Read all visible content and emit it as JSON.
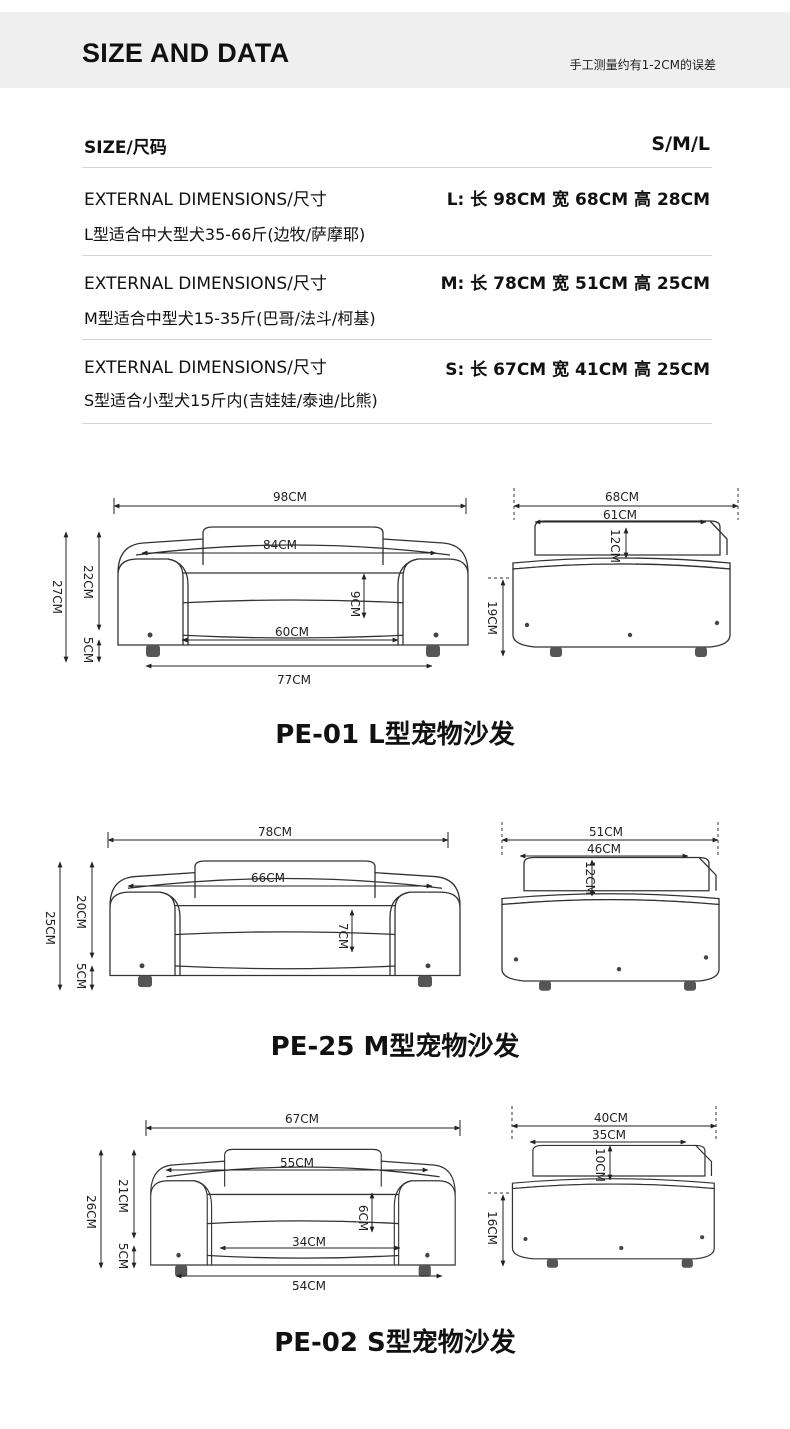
{
  "header": {
    "title": "SIZE AND DATA",
    "note": "手工测量约有1-2CM的误差"
  },
  "table": {
    "size_label": "SIZE/尺码",
    "size_value": "S/M/L",
    "rows": [
      {
        "label": "EXTERNAL DIMENSIONS/尺寸",
        "dims": "L:  长 98CM 宽 68CM 高 28CM",
        "note": "L型适合中大型犬35-66斤(边牧/萨摩耶)"
      },
      {
        "label": "EXTERNAL DIMENSIONS/尺寸",
        "dims": "M:  长 78CM 宽 51CM 高 25CM",
        "note": "M型适合中型犬15-35斤(巴哥/法斗/柯基)"
      },
      {
        "label": "EXTERNAL DIMENSIONS/尺寸",
        "dims": "S:  长 67CM 宽 41CM 高 25CM",
        "note": "S型适合小型犬15斤内(吉娃娃/泰迪/比熊)"
      }
    ]
  },
  "models": [
    {
      "title": "PE-01 L型宠物沙发",
      "front": {
        "total_width": "98CM",
        "inner_width": "84CM",
        "total_height": "27CM",
        "body_height": "22CM",
        "leg_height": "5CM",
        "seat_depth": "9CM",
        "seat_width": "60CM",
        "base_width": "77CM"
      },
      "side": {
        "total_width": "68CM",
        "inner_width": "61CM",
        "back_height": "12CM",
        "body_height": "19CM"
      }
    },
    {
      "title": "PE-25 M型宠物沙发",
      "front": {
        "total_width": "78CM",
        "inner_width": "66CM",
        "total_height": "25CM",
        "body_height": "20CM",
        "leg_height": "5CM",
        "seat_depth": "7CM"
      },
      "side": {
        "total_width": "51CM",
        "inner_width": "46CM",
        "back_height": "12CM"
      }
    },
    {
      "title": "PE-02 S型宠物沙发",
      "front": {
        "total_width": "67CM",
        "inner_width": "55CM",
        "total_height": "26CM",
        "body_height": "21CM",
        "leg_height": "5CM",
        "seat_depth": "6CM",
        "seat_width": "34CM",
        "base_width": "54CM"
      },
      "side": {
        "total_width": "40CM",
        "inner_width": "35CM",
        "back_height": "10CM",
        "body_height": "16CM"
      }
    }
  ]
}
